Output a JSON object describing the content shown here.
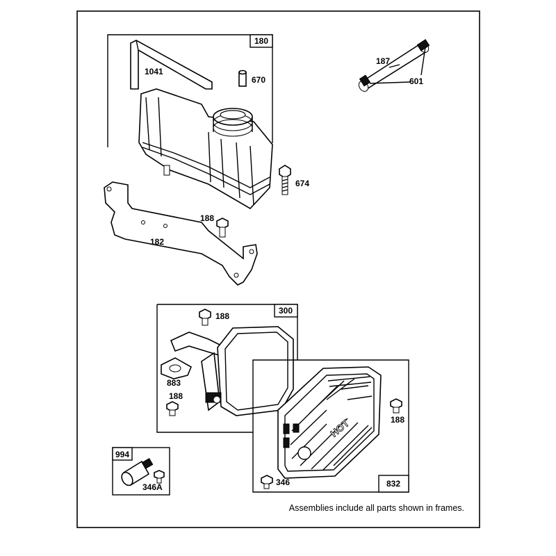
{
  "frames": [
    {
      "id": "fuel-tank",
      "number": "180"
    },
    {
      "id": "muffler",
      "number": "300"
    },
    {
      "id": "muffler-guard",
      "number": "832"
    },
    {
      "id": "spark-arrester",
      "number": "994"
    }
  ],
  "callouts": {
    "c1041": "1041",
    "c670": "670",
    "c187": "187",
    "c601": "601",
    "c674": "674",
    "c188a": "188",
    "c182": "182",
    "c188b": "188",
    "c883": "883",
    "c188c": "188",
    "c188d": "188",
    "c346": "346",
    "c346a": "346A"
  },
  "footer_note": "Assemblies include all parts shown in frames.",
  "guard_emblem": "HOT"
}
